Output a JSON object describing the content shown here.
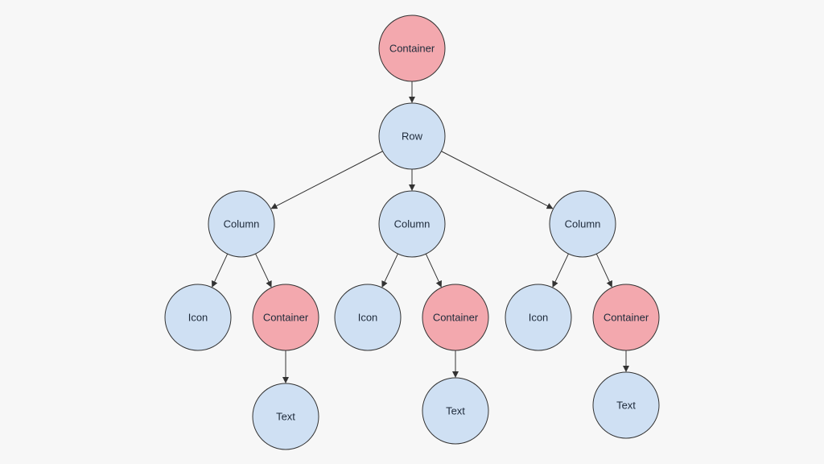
{
  "colors": {
    "background": "#f7f7f7",
    "container_fill": "#f3a8ae",
    "widget_fill": "#cfe0f3",
    "stroke": "#333333"
  },
  "nodes": [
    {
      "id": "root",
      "label": "Container",
      "kind": "container"
    },
    {
      "id": "row",
      "label": "Row",
      "kind": "widget"
    },
    {
      "id": "col1",
      "label": "Column",
      "kind": "widget"
    },
    {
      "id": "col2",
      "label": "Column",
      "kind": "widget"
    },
    {
      "id": "col3",
      "label": "Column",
      "kind": "widget"
    },
    {
      "id": "icon1",
      "label": "Icon",
      "kind": "widget"
    },
    {
      "id": "cont1",
      "label": "Container",
      "kind": "container"
    },
    {
      "id": "icon2",
      "label": "Icon",
      "kind": "widget"
    },
    {
      "id": "cont2",
      "label": "Container",
      "kind": "container"
    },
    {
      "id": "icon3",
      "label": "Icon",
      "kind": "widget"
    },
    {
      "id": "cont3",
      "label": "Container",
      "kind": "container"
    },
    {
      "id": "text1",
      "label": "Text",
      "kind": "widget"
    },
    {
      "id": "text2",
      "label": "Text",
      "kind": "widget"
    },
    {
      "id": "text3",
      "label": "Text",
      "kind": "widget"
    }
  ],
  "edges": [
    [
      "root",
      "row"
    ],
    [
      "row",
      "col1"
    ],
    [
      "row",
      "col2"
    ],
    [
      "row",
      "col3"
    ],
    [
      "col1",
      "icon1"
    ],
    [
      "col1",
      "cont1"
    ],
    [
      "col2",
      "icon2"
    ],
    [
      "col2",
      "cont2"
    ],
    [
      "col3",
      "icon3"
    ],
    [
      "col3",
      "cont3"
    ],
    [
      "cont1",
      "text1"
    ],
    [
      "cont2",
      "text2"
    ],
    [
      "cont3",
      "text3"
    ]
  ]
}
